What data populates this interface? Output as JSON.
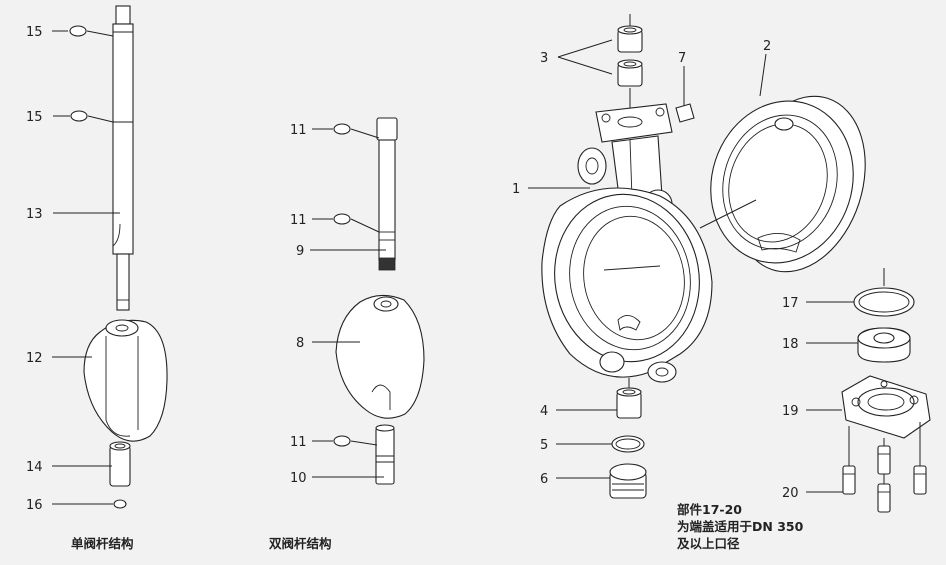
{
  "diagram": {
    "callouts": {
      "c1": "1",
      "c2": "2",
      "c3": "3",
      "c4": "4",
      "c5": "5",
      "c6": "6",
      "c7": "7",
      "c8": "8",
      "c9": "9",
      "c10": "10",
      "c11a": "11",
      "c11b": "11",
      "c11c": "11",
      "c12": "12",
      "c13": "13",
      "c14": "14",
      "c15a": "15",
      "c15b": "15",
      "c16": "16",
      "c17": "17",
      "c18": "18",
      "c19": "19",
      "c20": "20"
    },
    "captions": {
      "single_stem": "单阀杆结构",
      "double_stem": "双阀杆结构"
    },
    "note": {
      "line1": "部件17-20",
      "line2": "为端盖适用于DN 350",
      "line3": "及以上口径"
    }
  },
  "colors": {
    "background": "#f2f2f2",
    "line": "#222222",
    "part_fill": "#ffffff"
  }
}
